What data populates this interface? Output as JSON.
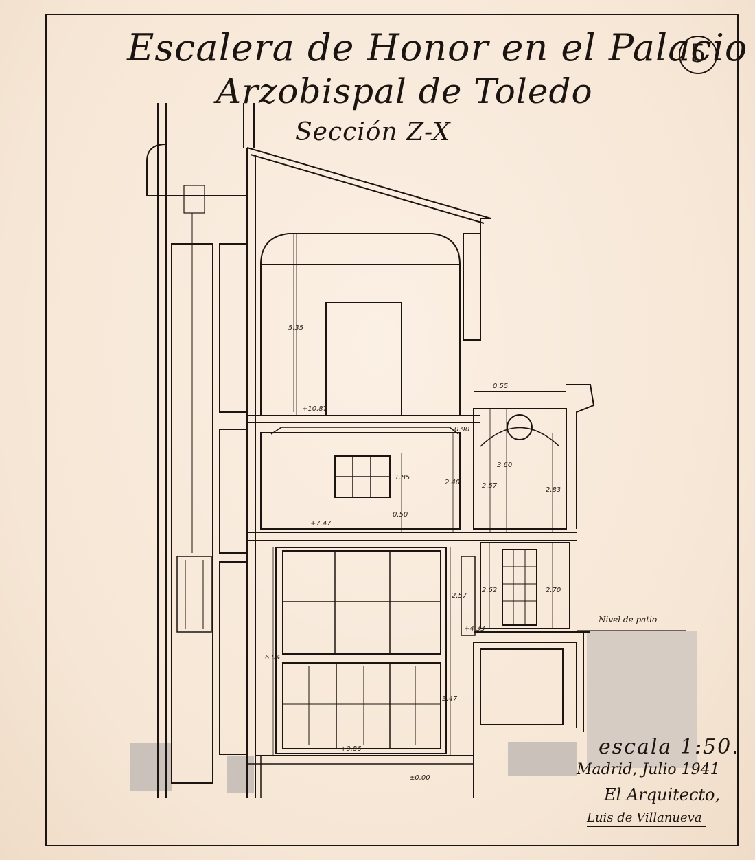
{
  "title": {
    "line1": "Escalera de Honor en el Palacio",
    "line2": "Arzobispal de Toledo",
    "section": "Sección Z-X"
  },
  "sheet_number": "5",
  "notes": {
    "scale": "escala 1:50.",
    "place_date": "Madrid, Julio 1941",
    "architect": "El Arquitecto,",
    "signature": "Luis de Villanueva",
    "patio_level": "Nivel de patio"
  },
  "dimensions": {
    "d535": "5.35",
    "l1087": "+10.87",
    "d090": "0.90",
    "l747": "+7.47",
    "d240": "2.40",
    "d185": "1.85",
    "d050": "0.50",
    "d257": "2.57",
    "d360": "3.60",
    "d283": "2.83",
    "d055": "0.55",
    "d604": "6.04",
    "d347": "3.47",
    "d262": "2.62",
    "d270": "2.70",
    "l433": "+4.33",
    "l086": "+0.86",
    "l000": "±0.00"
  },
  "colors": {
    "ink": "#1b1410",
    "paper": "#f7e9da",
    "ground": "#b9b0a8"
  }
}
